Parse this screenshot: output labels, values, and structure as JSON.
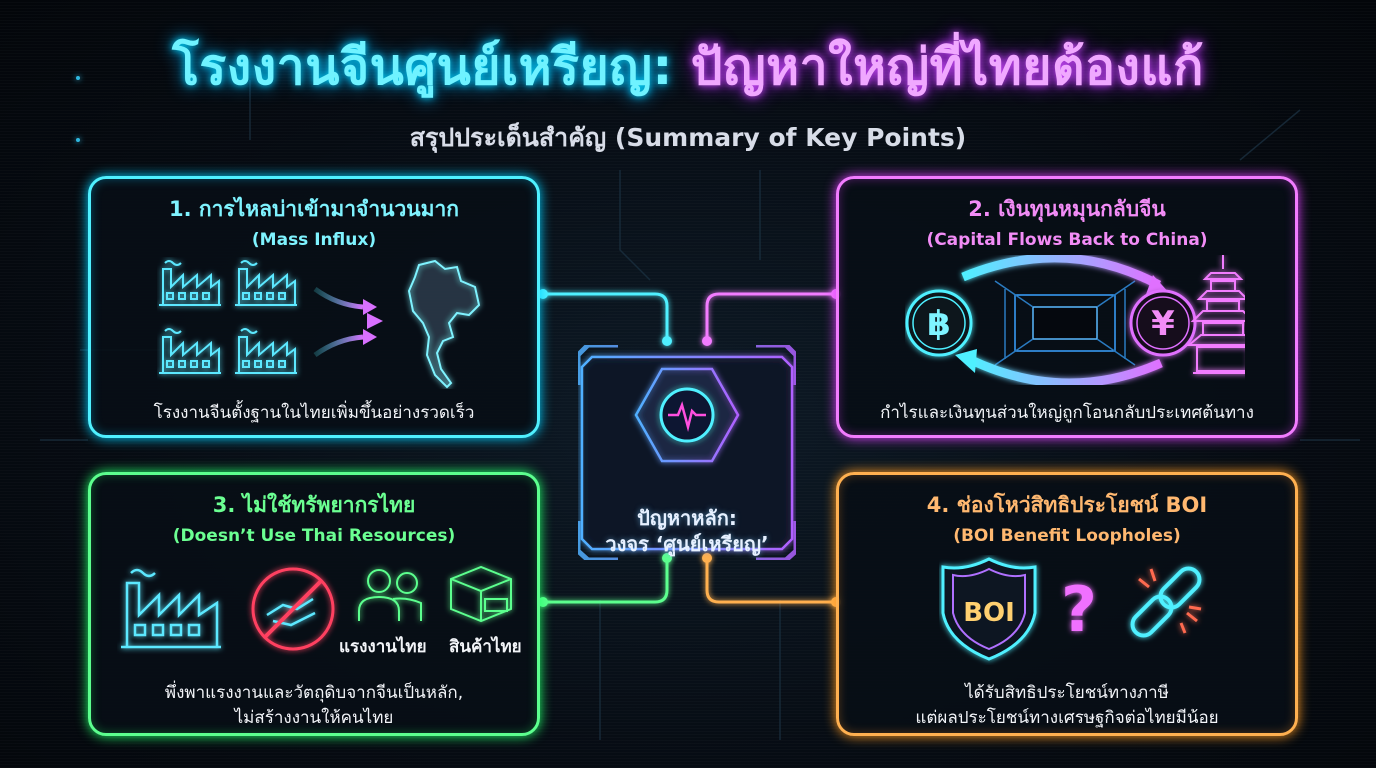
{
  "header": {
    "title_part1": "โรงงานจีนศูนย์เหรียญ:",
    "title_part2": " ปัญหาใหญ่ที่ไทยต้องแก้",
    "subtitle": "สรุปประเด็นสำคัญ (Summary of Key Points)"
  },
  "center": {
    "icon": "heartbeat-icon",
    "line1": "ปัญหาหลัก:",
    "line2": "วงจร ‘ศูนย์เหรียญ’"
  },
  "cards": [
    {
      "title_th": "1. การไหลบ่าเข้ามาจำนวนมาก",
      "title_en": "(Mass Influx)",
      "description": "โรงงานจีนตั้งฐานในไทยเพิ่มขึ้นอย่างรวดเร็ว",
      "icons": [
        "factory-icon",
        "factory-icon",
        "factory-icon",
        "factory-icon",
        "arrow-icon",
        "thailand-map-icon"
      ],
      "color": "#4ff0ff"
    },
    {
      "title_th": "2. เงินทุนหมุนกลับจีน",
      "title_en": "(Capital Flows Back to China)",
      "description": "กำไรและเงินทุนส่วนใหญ่ถูกโอนกลับประเทศต้นทาง",
      "icons": [
        "baht-coin-icon",
        "tunnel-icon",
        "yuan-coin-icon",
        "pagoda-icon",
        "cycle-arrows-icon"
      ],
      "baht_symbol": "฿",
      "yuan_symbol": "¥",
      "color": "#f27cff"
    },
    {
      "title_th": "3. ไม่ใช้ทรัพยากรไทย",
      "title_en": "(Doesn’t Use Thai Resources)",
      "label_labor": "แรงงานไทย",
      "label_goods": "สินค้าไทย",
      "description_line1": "พึ่งพาแรงงานและวัตถุดิบจากจีนเป็นหลัก,",
      "description_line2": "ไม่สร้างงานให้คนไทย",
      "icons": [
        "factory-icon",
        "no-handshake-icon",
        "workers-icon",
        "package-icon"
      ],
      "color": "#5cff8e"
    },
    {
      "title_th": "4. ช่องโหว่สิทธิประโยชน์ BOI",
      "title_en": "(BOI Benefit Loopholes)",
      "shield_text": "BOI",
      "question": "?",
      "description_line1": "ได้รับสิทธิประโยชน์ทางภาษี",
      "description_line2": "แต่ผลประโยชน์ทางเศรษฐกิจต่อไทยมีน้อย",
      "icons": [
        "boi-shield-icon",
        "question-icon",
        "broken-link-icon"
      ],
      "color": "#ffb050"
    }
  ]
}
